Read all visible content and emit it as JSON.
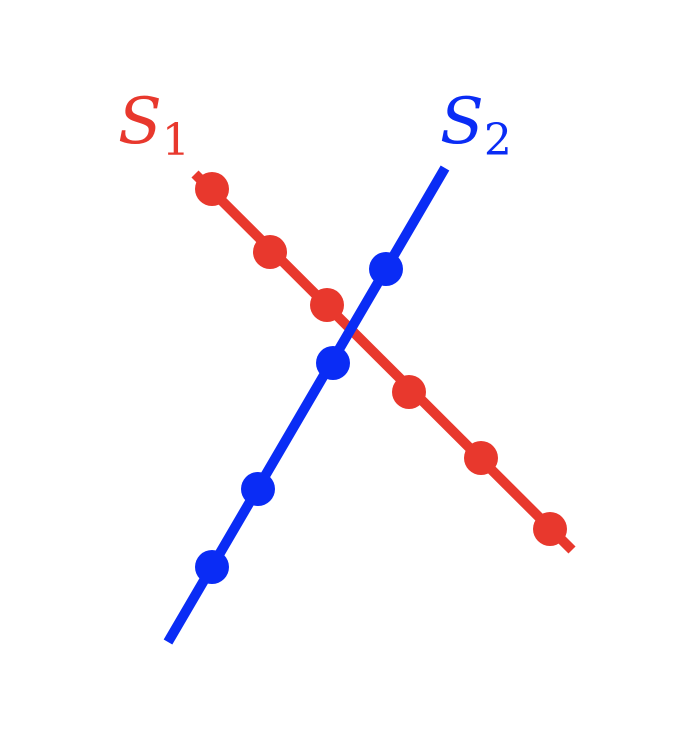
{
  "colors": {
    "background": "#ffffff",
    "s1": "#e8382d",
    "s2": "#0a2cf5"
  },
  "labels": {
    "s1": {
      "main": "S",
      "sub": "1"
    },
    "s2": {
      "main": "S",
      "sub": "2"
    }
  },
  "lines": {
    "s1": {
      "name": "S1",
      "point_count": 6
    },
    "s2": {
      "name": "S2",
      "point_count": 4
    }
  }
}
